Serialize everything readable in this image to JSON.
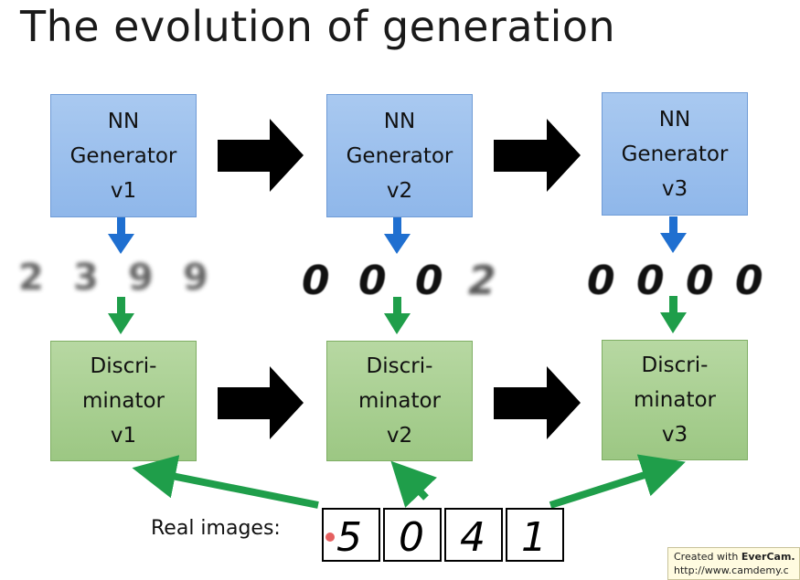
{
  "title": "The evolution of generation",
  "generators": [
    {
      "label": "NN\nGenerator\nv1"
    },
    {
      "label": "NN\nGenerator\nv2"
    },
    {
      "label": "NN\nGenerator\nv3"
    }
  ],
  "discriminators": [
    {
      "label": "Discri-\nminator\nv1"
    },
    {
      "label": "Discri-\nminator\nv2"
    },
    {
      "label": "Discri-\nminator\nv3"
    }
  ],
  "generated_samples": [
    [
      "2",
      "3",
      "9",
      "9"
    ],
    [
      "0",
      "0",
      "0",
      "2"
    ],
    [
      "0",
      "0",
      "0",
      "0"
    ]
  ],
  "real_images": {
    "label": "Real images:",
    "digits": [
      "5",
      "0",
      "4",
      "1"
    ]
  },
  "watermark": {
    "prefix": "Created with ",
    "brand": "EverCam.",
    "url": "http://www.camdemy.c"
  },
  "colors": {
    "generator_box": "#9dc0ed",
    "discriminator_box": "#a9d091",
    "blue_arrow": "#1f6fd0",
    "green_arrow": "#1f9e4a",
    "black_arrow": "#000000"
  }
}
